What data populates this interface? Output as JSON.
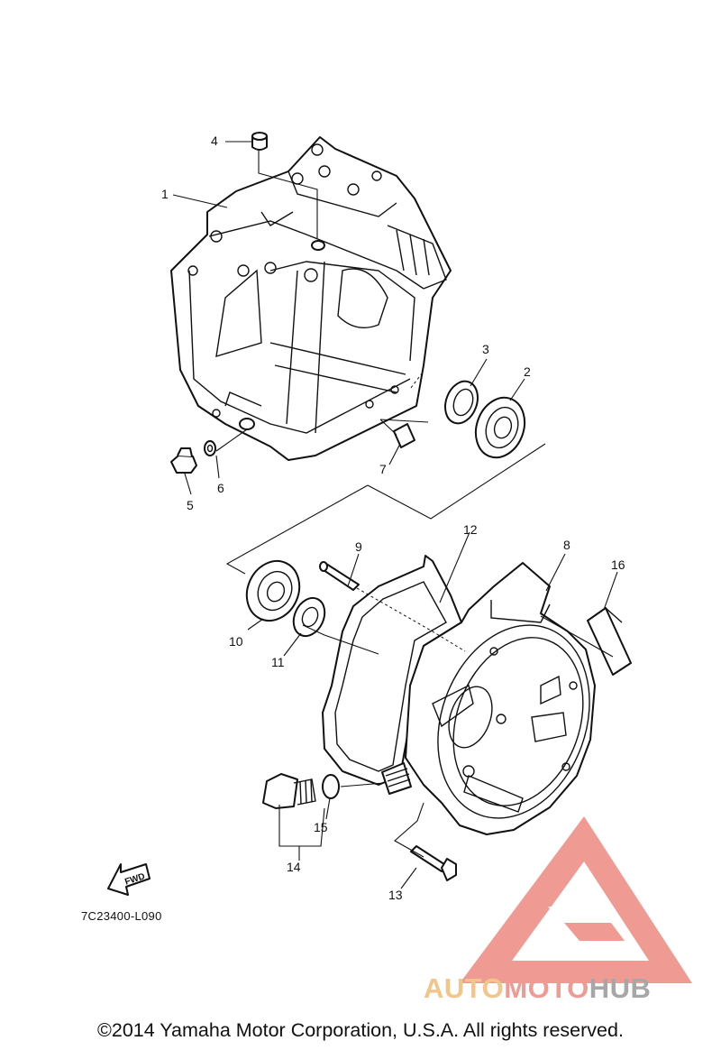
{
  "diagram": {
    "callouts": [
      {
        "id": "1",
        "label": "1"
      },
      {
        "id": "2",
        "label": "2"
      },
      {
        "id": "3",
        "label": "3"
      },
      {
        "id": "4",
        "label": "4"
      },
      {
        "id": "5",
        "label": "5"
      },
      {
        "id": "6",
        "label": "6"
      },
      {
        "id": "7",
        "label": "7"
      },
      {
        "id": "8",
        "label": "8"
      },
      {
        "id": "9",
        "label": "9"
      },
      {
        "id": "10",
        "label": "10"
      },
      {
        "id": "11",
        "label": "11"
      },
      {
        "id": "12",
        "label": "12"
      },
      {
        "id": "13",
        "label": "13"
      },
      {
        "id": "14",
        "label": "14"
      },
      {
        "id": "15",
        "label": "15"
      },
      {
        "id": "16",
        "label": "16"
      }
    ],
    "fwd_label": "FWD",
    "part_code": "7C23400-L090",
    "copyright": "©2014 Yamaha Motor Corporation, U.S.A. All rights reserved."
  },
  "watermark": {
    "text_a": "AUTO",
    "text_b": "MOTO",
    "text_c": "HUB",
    "colors": {
      "auto": "#f2c58a",
      "moto": "#ef9a92",
      "hub": "#a7a7a7",
      "triangle": "#ef9a92"
    }
  }
}
